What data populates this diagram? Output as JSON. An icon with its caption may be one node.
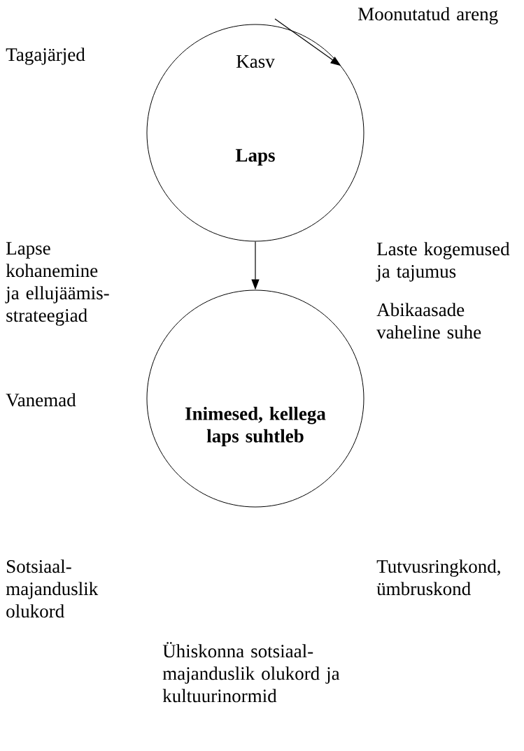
{
  "diagram": {
    "nodes": [
      {
        "text": [
          "Kasv",
          "Laps"
        ]
      },
      {
        "text": [
          "Inimesed, kellega laps suhtleb"
        ]
      }
    ],
    "edges": [
      {
        "from": null,
        "to": 0,
        "arrow": "to"
      },
      {
        "from": 0,
        "to": 1,
        "arrow": "to"
      }
    ],
    "labels": [
      "Moonutatud areng",
      "Tagajärjed",
      "Lapse kohanemine ja ellujäämis-strateegiad",
      "Laste kogemused ja tajumus",
      "Abikaasade vaheline suhe",
      "Vanemad",
      "Sotsiaal-majanduslik olukord",
      "Tutvusringkond, ümbruskond",
      "Ühiskonna sotsiaal-majanduslik olukord ja kultuurinormid"
    ]
  }
}
